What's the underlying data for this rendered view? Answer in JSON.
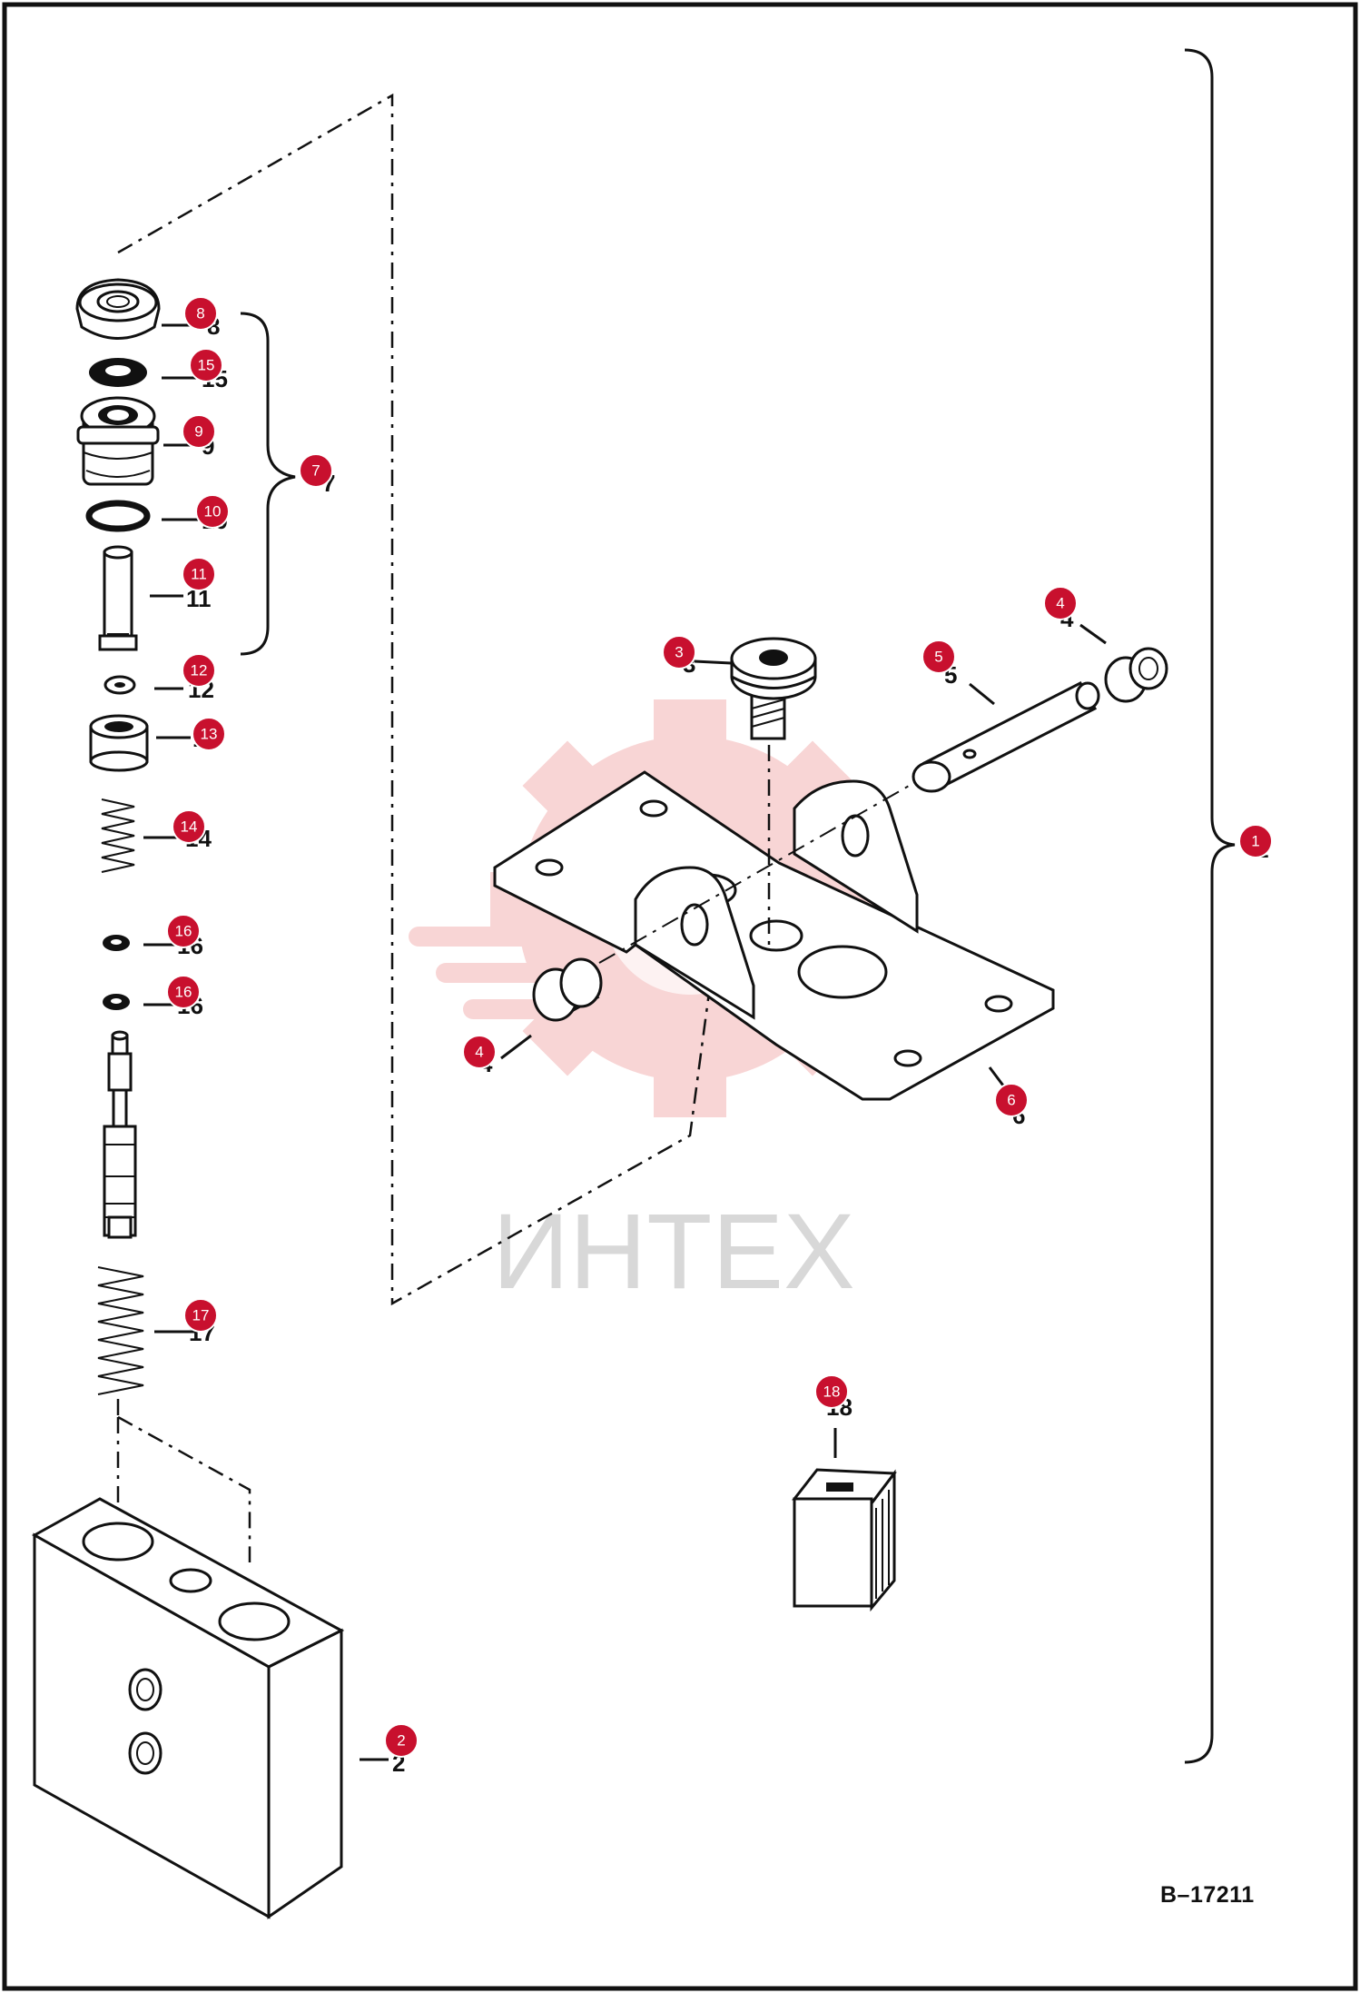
{
  "drawing_number": "B–17211",
  "watermark_text": "ИНТЕХ",
  "callout_color": "#c8102e",
  "callouts": [
    {
      "label": "1"
    },
    {
      "label": "2"
    },
    {
      "label": "3"
    },
    {
      "label": "4"
    },
    {
      "label": "4"
    },
    {
      "label": "5"
    },
    {
      "label": "6"
    },
    {
      "label": "7"
    },
    {
      "label": "8"
    },
    {
      "label": "9"
    },
    {
      "label": "10"
    },
    {
      "label": "11"
    },
    {
      "label": "12"
    },
    {
      "label": "13"
    },
    {
      "label": "14"
    },
    {
      "label": "15"
    },
    {
      "label": "16"
    },
    {
      "label": "16"
    },
    {
      "label": "17"
    },
    {
      "label": "18"
    }
  ]
}
